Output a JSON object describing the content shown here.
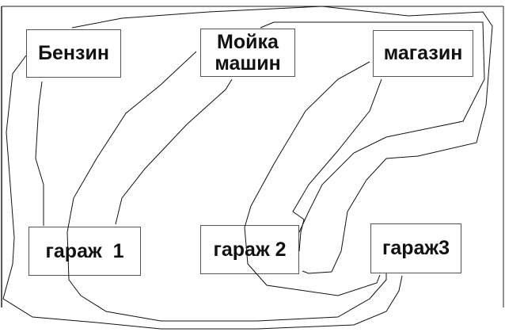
{
  "nodes": {
    "benzin": "Бензин",
    "car_wash_line1": "Мойка",
    "car_wash_line2": "машин",
    "shop": "магазин",
    "garage1": "гараж  1",
    "garage2": "гараж 2",
    "garage3": "гараж3"
  }
}
